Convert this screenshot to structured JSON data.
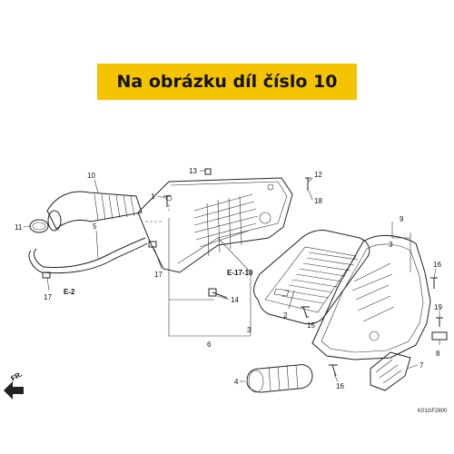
{
  "banner": {
    "text": "Na obrázku díl číslo 10",
    "color": "#f5c400"
  },
  "callouts": [
    "1",
    "2",
    "3",
    "4",
    "5",
    "6",
    "7",
    "8",
    "9",
    "10",
    "11",
    "12",
    "13",
    "14",
    "15",
    "16",
    "17",
    "18",
    "19"
  ],
  "references": [
    "E-2",
    "E-17-10"
  ],
  "direction_label": "FR.",
  "diagram_code": "K01GF2800"
}
